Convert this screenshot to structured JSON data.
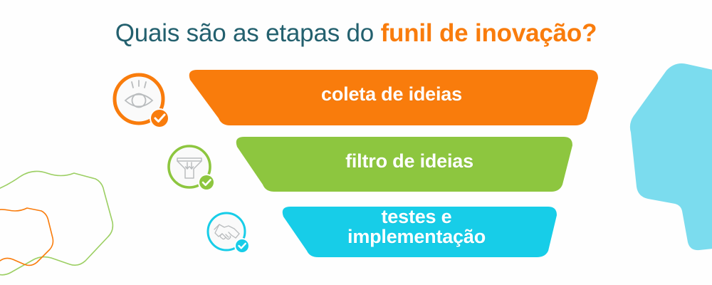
{
  "title": {
    "prefix": "Quais são as etapas do ",
    "accent": "funil de inovação?",
    "full": "Quais são as etapas do funil de inovação?",
    "color": "#23606e",
    "accent_color": "#f97c0c"
  },
  "colors": {
    "orange": "#f97c0c",
    "green": "#8dc63f",
    "cyan": "#17cde8",
    "cyan_light": "#7bdcee",
    "icon_line": "#b9bcbe",
    "icon_face": "#fafafa",
    "background": "#fefefe",
    "label_text": "#ffffff"
  },
  "funnel": {
    "stages": [
      {
        "label": "coleta de ideias",
        "color": "#f97c0c",
        "icon": "eye-icon",
        "icon_ring_color": "#f97c0c",
        "badge": "check-badge",
        "order": 1
      },
      {
        "label": "filtro de ideias",
        "color": "#8dc63f",
        "icon": "funnel-icon",
        "icon_ring_color": "#8dc63f",
        "badge": "check-badge",
        "order": 2
      },
      {
        "label_line1": "testes e",
        "label_line2": "implementação",
        "label": "testes e implementação",
        "color": "#17cde8",
        "icon": "handshake-icon",
        "icon_ring_color": "#17cde8",
        "badge": "check-badge",
        "order": 3
      }
    ]
  },
  "decorations": {
    "right_blob": "cyan-polygon-shape",
    "left_outer_outline": "green-blob-outline",
    "left_inner_outline": "orange-blob-outline"
  }
}
